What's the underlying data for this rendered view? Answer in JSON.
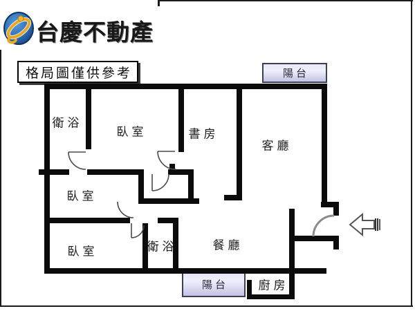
{
  "page": {
    "background": "#ffffff",
    "frame_color": "#1a1a1a"
  },
  "header": {
    "logo": {
      "icon": "globe-swoosh-logo",
      "globe_color": "#2b6cb5",
      "swoosh_color": "#e8a820",
      "brand": "台慶不動產",
      "brand_color": "#181818"
    },
    "note": {
      "text": "格局圖僅供參考"
    }
  },
  "floorplan": {
    "wall_color": "#0b0b0b",
    "door_color": "#4a4a4a",
    "rooms": [
      {
        "id": "bath-top",
        "label": "衛浴"
      },
      {
        "id": "bedroom-top",
        "label": "臥室"
      },
      {
        "id": "study",
        "label": "書房"
      },
      {
        "id": "living-room",
        "label": "客廳"
      },
      {
        "id": "bedroom-middle",
        "label": "臥室"
      },
      {
        "id": "bedroom-bottom",
        "label": "臥室"
      },
      {
        "id": "bath-bottom",
        "label": "衛浴"
      },
      {
        "id": "dining-room",
        "label": "餐廳"
      },
      {
        "id": "kitchen",
        "label": "廚房"
      }
    ],
    "balconies": [
      {
        "id": "balcony-top",
        "label": "陽台"
      },
      {
        "id": "balcony-bottom",
        "label": "陽台"
      }
    ],
    "balcony_fill_top": "#eff0fc",
    "balcony_fill_bottom": "#c2c2e4",
    "entrance": {
      "icon": "entrance-arrow",
      "direction": "left"
    }
  }
}
